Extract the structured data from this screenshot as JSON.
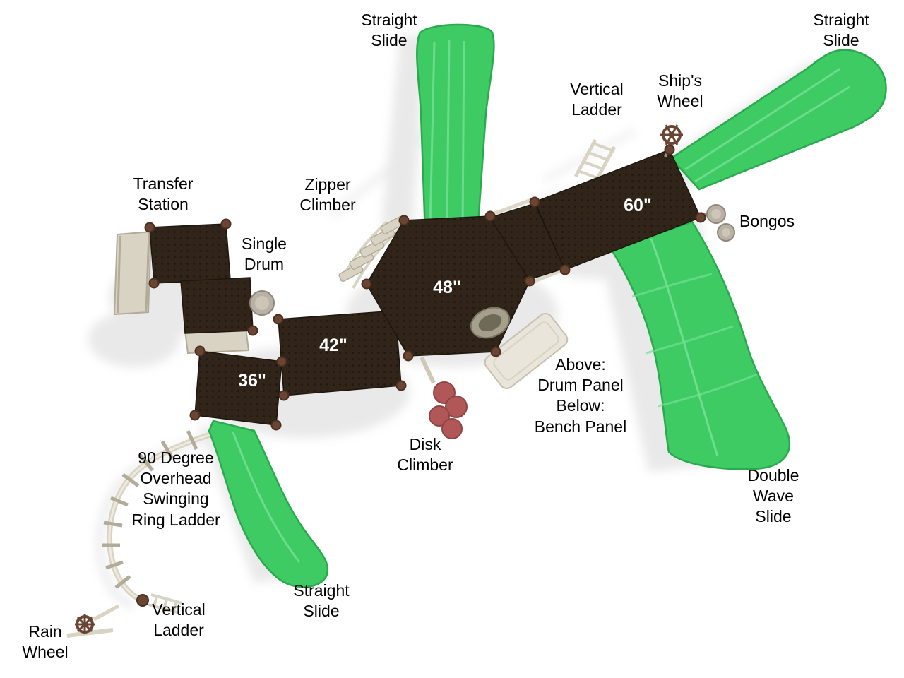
{
  "diagram": {
    "kind": "playground-equipment-top-view"
  },
  "labels": {
    "straight_slide_top": "Straight\nSlide",
    "straight_slide_top_right": "Straight\nSlide",
    "vertical_ladder_top": "Vertical\nLadder",
    "ships_wheel": "Ship's\nWheel",
    "transfer_station": "Transfer\nStation",
    "zipper_climber": "Zipper\nClimber",
    "single_drum": "Single\nDrum",
    "bongos": "Bongos",
    "drum_bench_panel": "Above:\nDrum Panel\nBelow:\nBench Panel",
    "disk_climber": "Disk\nClimber",
    "double_wave_slide": "Double\nWave\nSlide",
    "ring_ladder": "90 Degree\nOverhead\nSwinging\nRing Ladder",
    "straight_slide_bottom": "Straight\nSlide",
    "vertical_ladder_bottom": "Vertical\nLadder",
    "rain_wheel": "Rain\nWheel"
  },
  "decks": {
    "d36": "36\"",
    "d42": "42\"",
    "d48": "48\"",
    "d60": "60\""
  },
  "colors": {
    "slide_green": "#3ecb63",
    "slide_green_dark": "#2aa94e",
    "slide_green_light": "#74e094",
    "deck_brown": "#31251a",
    "deck_edge": "#1d160f",
    "tan": "#d9d3c3",
    "tan_dark": "#b2ab9a",
    "rust": "#6b4533",
    "gray_metal": "#b9b2a4",
    "disk_red": "#b25757",
    "panel_ivory": "#e9e5da",
    "shadow_gray": "#cfcfcf"
  }
}
